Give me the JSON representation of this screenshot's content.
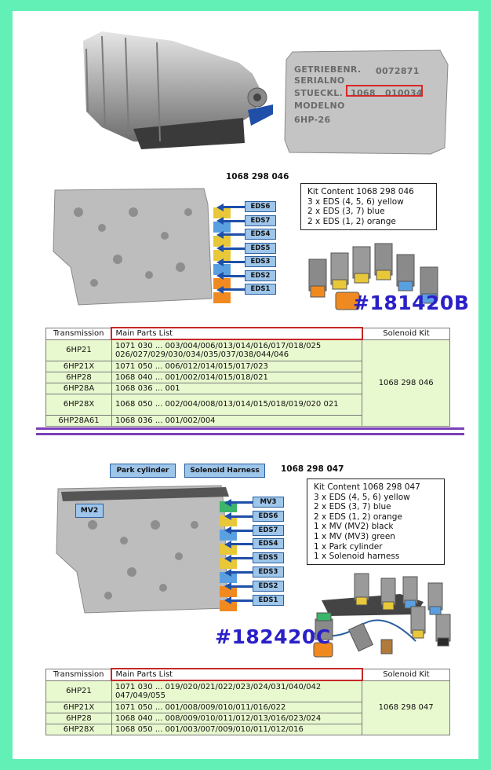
{
  "nameplate": {
    "line1": "GETRIEBENR.",
    "line2": "SERIALNO",
    "line3": "STUECKL.",
    "line4": "MODELNO",
    "model": "6HP-26",
    "serial": "0072871",
    "part_a": "1068",
    "part_b": "010034"
  },
  "kit1": {
    "part_number": "1068 298 046",
    "content_lines": [
      "Kit Content 1068 298 046",
      "3 x EDS (4, 5, 6) yellow",
      "2 x EDS (3, 7) blue",
      "2 x EDS (1, 2) orange"
    ],
    "tags": [
      "EDS6",
      "EDS7",
      "EDS4",
      "EDS5",
      "EDS3",
      "EDS2",
      "EDS1"
    ],
    "code": "#181420B",
    "table": {
      "headers": [
        "Transmission",
        "Main Parts List",
        "Solenoid Kit"
      ],
      "rows": [
        {
          "transmission": "6HP21",
          "parts": "1071 030 ... 003/004/006/013/014/016/017/018/025 026/027/029/030/034/035/037/038/044/046"
        },
        {
          "transmission": "6HP21X",
          "parts": "1071 050 ... 006/012/014/015/017/023"
        },
        {
          "transmission": "6HP28",
          "parts": "1068 040 ... 001/002/014/015/018/021"
        },
        {
          "transmission": "6HP28A",
          "parts": "1068 036 ... 001"
        },
        {
          "transmission": "6HP28X",
          "parts": "1068 050 ... 002/004/008/013/014/015/018/019/020 021"
        },
        {
          "transmission": "6HP28A61",
          "parts": "1068 036 ... 001/002/004"
        }
      ],
      "solenoid_kit": "1068 298 046"
    }
  },
  "kit2": {
    "part_number": "1068 298 047",
    "content_lines": [
      "Kit Content 1068 298 047",
      "3 x EDS (4, 5, 6) yellow",
      "2 x EDS (3, 7) blue",
      "2 x EDS (1, 2) orange",
      "1 x MV (MV2) black",
      "1 x MV (MV3) green",
      "1 x Park cylinder",
      "1 x Solenoid harness"
    ],
    "callouts": {
      "park": "Park cylinder",
      "harness": "Solenoid Harness",
      "mv2": "MV2"
    },
    "tags": [
      "MV3",
      "EDS6",
      "EDS7",
      "EDS4",
      "EDS5",
      "EDS3",
      "EDS2",
      "EDS1"
    ],
    "code": "#182420C",
    "table": {
      "headers": [
        "Transmission",
        "Main Parts List",
        "Solenoid Kit"
      ],
      "rows": [
        {
          "transmission": "6HP21",
          "parts": "1071 030 ... 019/020/021/022/023/024/031/040/042 047/049/055"
        },
        {
          "transmission": "6HP21X",
          "parts": "1071 050 ... 001/008/009/010/011/016/022"
        },
        {
          "transmission": "6HP28",
          "parts": "1068 040 ... 008/009/010/011/012/013/016/023/024"
        },
        {
          "transmission": "6HP28X",
          "parts": "1068 050 ... 001/003/007/009/010/011/012/016"
        }
      ],
      "solenoid_kit": "1068 298 047"
    }
  },
  "colors": {
    "page_border": "#63f0b6",
    "tag_fill": "#9ec5ea",
    "arrow_blue": "#1f4fa8",
    "code_blue": "#2a20c8",
    "table_row": "#e9f9cf",
    "header_outline": "#c62828",
    "divider": "#7b3fb6",
    "solenoid_yellow": "#e8c838",
    "solenoid_blue": "#5aa0e0",
    "solenoid_orange": "#f08a20",
    "solenoid_black": "#2a2a2a",
    "solenoid_green": "#3bb56a"
  }
}
